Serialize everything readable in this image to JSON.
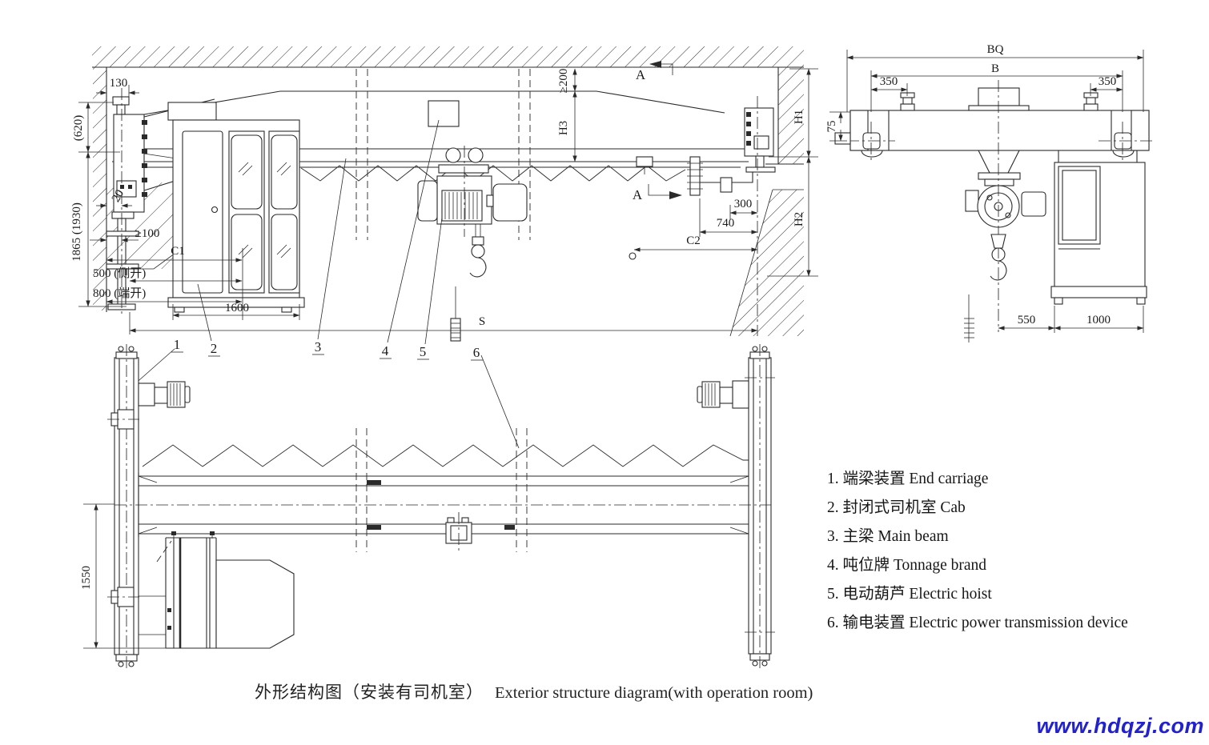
{
  "drawing": {
    "caption_zh": "外形结构图（安装有司机室）",
    "caption_en": "Exterior structure diagram(with operation room)",
    "watermark": "www.hdqzj.com",
    "colors": {
      "line": "#2a2a2a",
      "watermark_blue": "#2222cc",
      "background": "#ffffff"
    }
  },
  "legend": {
    "items": [
      {
        "zh": "1. 端梁装置",
        "en": "End carriage"
      },
      {
        "zh": "2. 封闭式司机室",
        "en": "Cab"
      },
      {
        "zh": "3. 主梁",
        "en": "Main beam"
      },
      {
        "zh": "4. 吨位牌",
        "en": "Tonnage brand"
      },
      {
        "zh": "5. 电动葫芦",
        "en": "Electric hoist"
      },
      {
        "zh": "6. 输电装置",
        "en": "Electric power transmission device"
      }
    ]
  },
  "front_view": {
    "section_label": "A",
    "part_labels": [
      "1",
      "2",
      "3",
      "4",
      "5",
      "6"
    ],
    "dims": {
      "d130": "130",
      "d620": "(620)",
      "d1865": "1865 (1930)",
      "d20": "20",
      "dge100": "≥100",
      "dc1": "C1",
      "d500": "500 (侧开)",
      "d800": "800 (端开)",
      "d1600": "1600",
      "dge200": "≥200",
      "dh3": "H3",
      "d300": "300",
      "d740": "740",
      "dc2": "C2",
      "ds": "S",
      "dh1": "H1",
      "dh2": "H2"
    }
  },
  "side_view": {
    "dims": {
      "dbq": "BQ",
      "db": "B",
      "d350l": "350",
      "d350r": "350",
      "d75": "75",
      "d550": "550",
      "d1000": "1000"
    }
  },
  "plan_view": {
    "dims": {
      "d1550": "1550"
    }
  }
}
